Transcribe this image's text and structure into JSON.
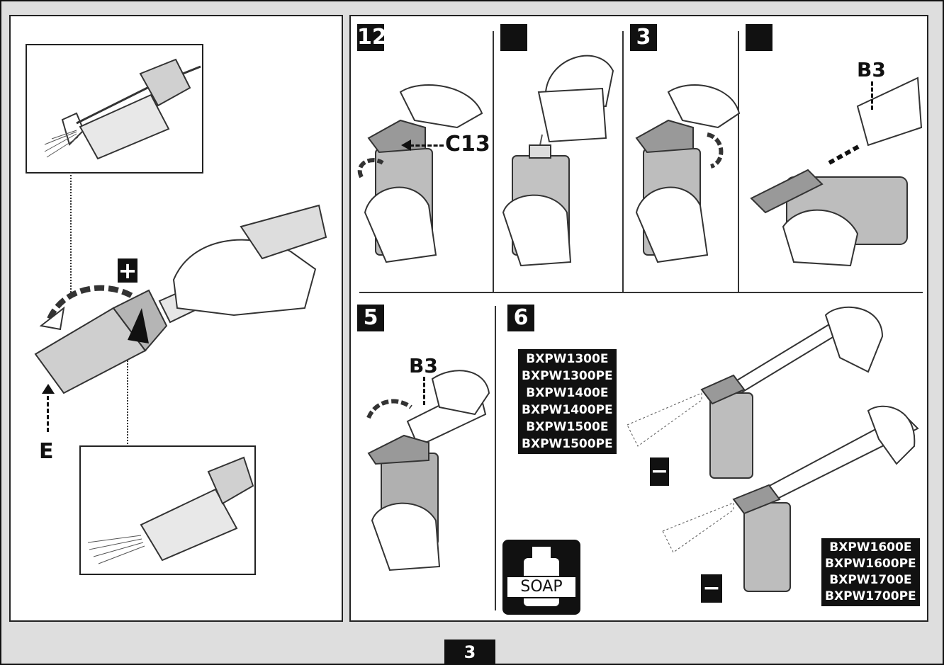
{
  "left_panel": {
    "plus_symbol": "+",
    "callout_e": "E"
  },
  "right_panel": {
    "steps": {
      "s1": "12",
      "s2": "",
      "s3": "3",
      "s4": "",
      "s5": "5",
      "s6": "6"
    },
    "callout_c13": "C13",
    "callout_b3_top": "B3",
    "callout_b3_bottom": "B3",
    "models_group_1": [
      "BXPW1300E",
      "BXPW1300PE",
      "BXPW1400E",
      "BXPW1400PE",
      "BXPW1500E",
      "BXPW1500PE"
    ],
    "models_group_2": [
      "BXPW1600E",
      "BXPW1600PE",
      "BXPW1700E",
      "BXPW1700PE"
    ],
    "soap_label": "SOAP",
    "minus_symbol": "−"
  },
  "page_number": "3"
}
